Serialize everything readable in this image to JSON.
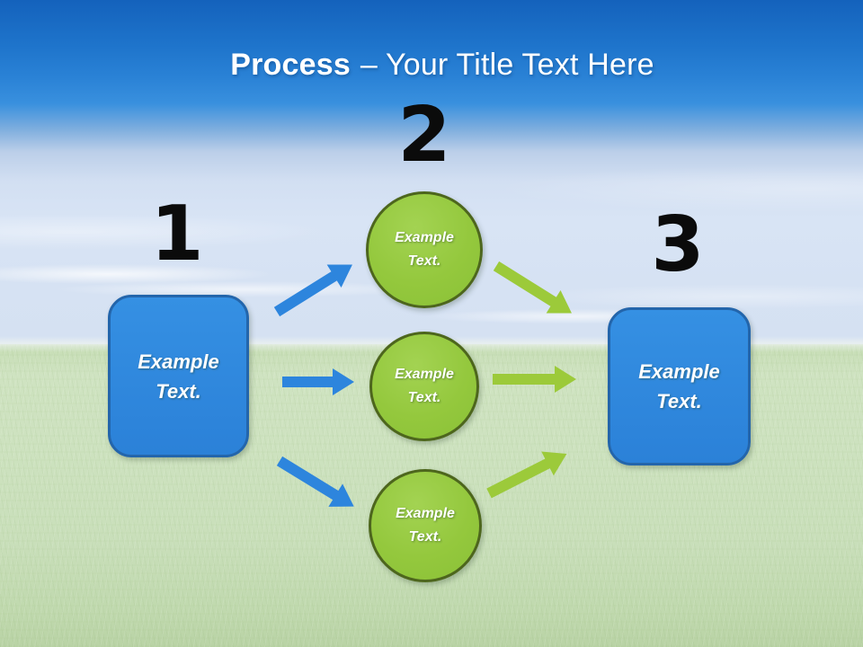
{
  "title": {
    "bold": "Process",
    "regular": "– Your Title Text Here"
  },
  "steps": {
    "one": {
      "number": "1",
      "label": "Example Text."
    },
    "two": {
      "number": "2",
      "circles": [
        {
          "label": "Example Text."
        },
        {
          "label": "Example Text."
        },
        {
          "label": "Example Text."
        }
      ]
    },
    "three": {
      "number": "3",
      "label": "Example Text."
    }
  },
  "colors": {
    "banner_top": "#1462bc",
    "banner_bottom": "#3990de",
    "sky": "#d6e2f3",
    "grass": "#cde2bf",
    "box_fill": "#2b81d8",
    "box_border": "#2365ab",
    "circle_fill": "#94c83d",
    "circle_border": "#4d661d",
    "arrow_blue": "#2d85dd",
    "arrow_green": "#9cca3a",
    "title_text": "#ffffff",
    "number_text": "#0b0b0b",
    "shape_text": "#ffffff"
  }
}
